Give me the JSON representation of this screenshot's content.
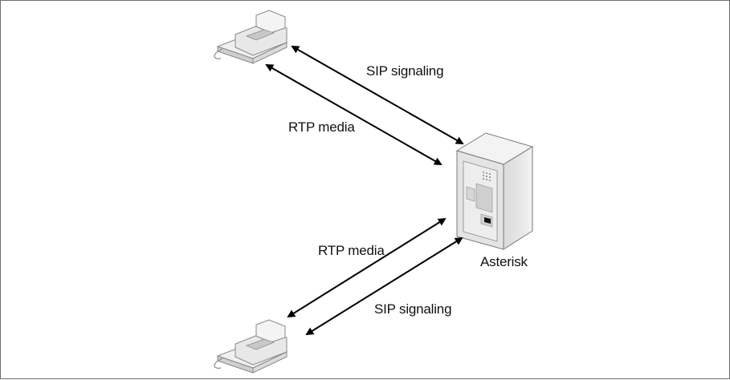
{
  "diagram": {
    "labels": {
      "sip_top": "SIP signaling",
      "rtp_top": "RTP media",
      "rtp_bottom": "RTP media",
      "sip_bottom": "SIP signaling",
      "server": "Asterisk"
    },
    "icons": {
      "phone_top": "desk-phone-icon",
      "phone_bottom": "desk-phone-icon",
      "server": "asterisk-server-icon"
    },
    "colors": {
      "arrow": "#000000",
      "device_fill": "#e6e6e6",
      "device_stroke": "#7a7a7a"
    }
  }
}
